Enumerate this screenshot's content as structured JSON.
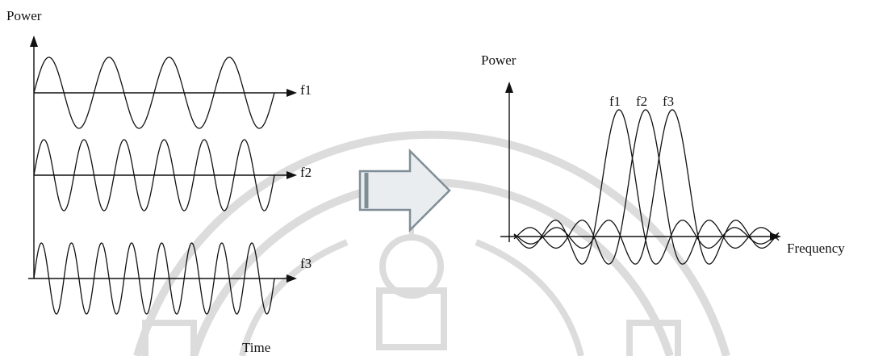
{
  "time_domain": {
    "y_axis_label": "Power",
    "x_axis_label": "Time",
    "carriers": [
      {
        "label": "f1",
        "cycles": 4
      },
      {
        "label": "f2",
        "cycles": 6
      },
      {
        "label": "f3",
        "cycles": 8
      }
    ]
  },
  "frequency_domain": {
    "y_axis_label": "Power",
    "x_axis_label": "Frequency",
    "subcarriers": [
      "f1",
      "f2",
      "f3"
    ]
  },
  "colors": {
    "line": "#111111",
    "arrow_fill": "#e9edf0",
    "arrow_stroke": "#7f8e96",
    "watermark": "#dcdcdc"
  }
}
